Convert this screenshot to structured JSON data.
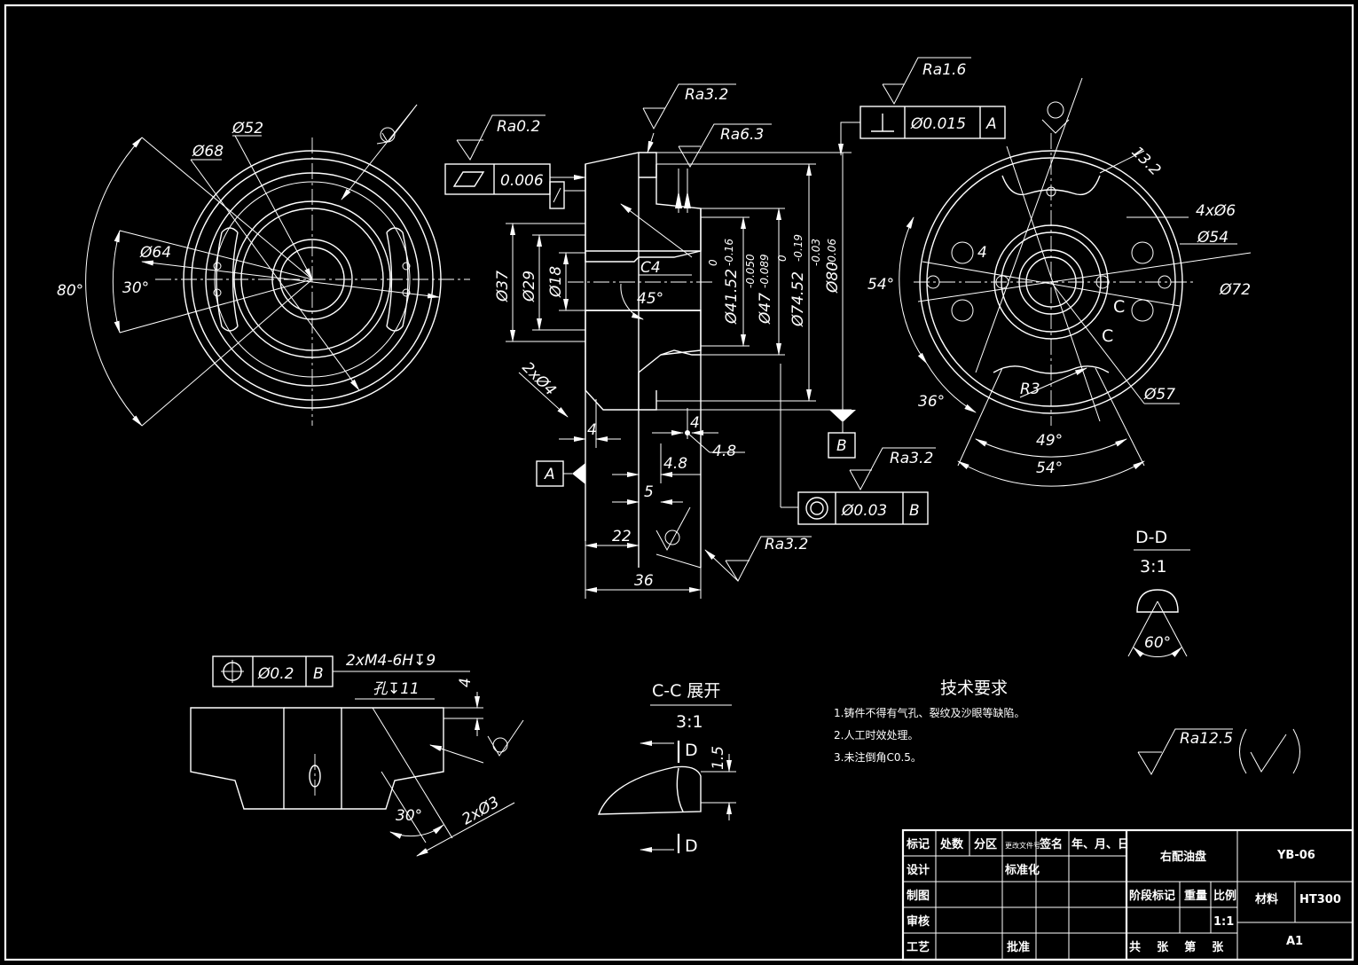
{
  "drawing": {
    "left_view": {
      "dims": {
        "d52": "Ø52",
        "d68": "Ø68",
        "d64": "Ø64",
        "a80": "80°",
        "a30": "30°"
      }
    },
    "section_view": {
      "roughness": {
        "ra02": "Ra0.2",
        "ra32_top": "Ra3.2",
        "ra63": "Ra6.3",
        "ra16": "Ra1.6",
        "ra32_mid": "Ra3.2",
        "ra32_bottom": "Ra3.2"
      },
      "tolerances": {
        "flatness": {
          "value": "0.006"
        },
        "perpendicularity": {
          "value": "Ø0.015",
          "datum": "A"
        },
        "concentricity": {
          "value": "Ø0.03",
          "datum": "B"
        }
      },
      "dims": {
        "d37": "Ø37",
        "d29": "Ø29",
        "d18": "Ø18",
        "c4": "C4",
        "a45": "45°",
        "d41": "Ø41.52",
        "d41_tol_up": "0",
        "d41_tol_low": "-0.16",
        "d47": "Ø47",
        "d47_tol_up": "-0.050",
        "d47_tol_low": "-0.089",
        "d74": "Ø74.52",
        "d74_tol_up": "0",
        "d74_tol_low": "-0.19",
        "d80": "Ø80",
        "d80_tol_up": "-0.03",
        "d80_tol_low": "-0.06",
        "holes": "2xØ4",
        "l4a": "4",
        "l4b": "4",
        "l48a": "4.8",
        "l48b": "4.8",
        "l5": "5",
        "l22": "22",
        "l36": "36"
      },
      "datums": {
        "a": "A",
        "b": "B"
      }
    },
    "right_view": {
      "dims": {
        "d132": "13.2",
        "h4x6": "4xØ6",
        "d54": "Ø54",
        "d72": "Ø72",
        "d57": "Ø57",
        "l4": "4",
        "a54": "54°",
        "a36": "36°",
        "r3": "R3",
        "a49": "49°",
        "a54b": "54°",
        "c1": "C",
        "c2": "C"
      }
    },
    "section_dd": {
      "title": "D-D",
      "scale": "3:1",
      "angle": "60°"
    },
    "section_cc": {
      "title": "C-C 展开",
      "scale": "3:1",
      "d1": "D",
      "d2": "D",
      "h15": "1.5"
    },
    "bottom_section": {
      "position_tol": {
        "value": "Ø0.2",
        "datum": "B"
      },
      "thread": "2xM4-6H↧9",
      "hole": "孔↧11",
      "l4": "4",
      "a30": "30°",
      "holes": "2xØ3"
    },
    "tech_req": {
      "title": "技术要求",
      "items": [
        "1.铸件不得有气孔、裂纹及沙眼等缺陷。",
        "2.人工时效处理。",
        "3.未注倒角C0.5。"
      ]
    },
    "general_roughness": "Ra12.5",
    "title_block": {
      "h_mark": "标记",
      "h_count": "处数",
      "h_zone": "分区",
      "h_doc": "更改文件号",
      "h_sign": "签名",
      "h_date": "年、月、日",
      "r_design": "设计",
      "r_std": "标准化",
      "r_draw": "制图",
      "r_check": "审核",
      "r_proc": "工艺",
      "r_approve": "批准",
      "part_name": "右配油盘",
      "drawing_no": "YB-06",
      "stage": "阶段标记",
      "weight": "重量",
      "scale_label": "比例",
      "scale": "1:1",
      "material_label": "材料",
      "material": "HT300",
      "sheets": "共    张    第    张",
      "size": "A1"
    }
  }
}
